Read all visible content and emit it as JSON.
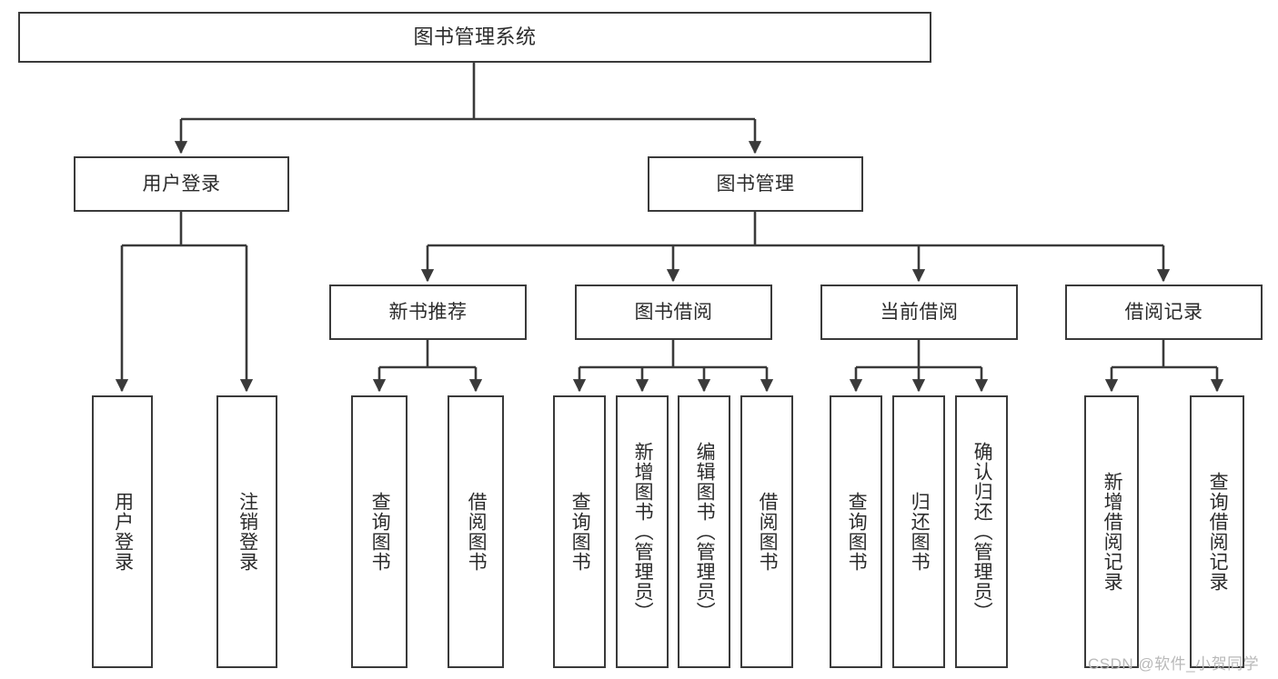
{
  "diagram": {
    "title": "图书管理系统",
    "type": "tree-hierarchy",
    "orientation": "top-down",
    "background_color": "#ffffff",
    "line_color": "#3a3a3a",
    "box_border_color": "#3a3a3a",
    "text_color": "#2b2b2b",
    "watermark": "CSDN @软件_小贺同学",
    "watermark_color": "#b9b9b9"
  },
  "nodes": {
    "root": {
      "label": "图书管理系统",
      "level": 1
    },
    "level2": [
      {
        "id": "user-login",
        "label": "用户登录",
        "level": 2
      },
      {
        "id": "book-manage",
        "label": "图书管理",
        "level": 2
      }
    ],
    "level3": [
      {
        "id": "new-book-recommend",
        "label": "新书推荐",
        "level": 3,
        "parent": "book-manage"
      },
      {
        "id": "book-borrow",
        "label": "图书借阅",
        "level": 3,
        "parent": "book-manage"
      },
      {
        "id": "current-borrow",
        "label": "当前借阅",
        "level": 3,
        "parent": "book-manage"
      },
      {
        "id": "borrow-record",
        "label": "借阅记录",
        "level": 3,
        "parent": "book-manage"
      }
    ],
    "leaves": [
      {
        "id": "leaf-user-login",
        "label": "用户登录",
        "parent": "user-login",
        "level": 3
      },
      {
        "id": "leaf-user-logout",
        "label": "注销登录",
        "parent": "user-login",
        "level": 3
      },
      {
        "id": "leaf-query-book-recommend",
        "label": "查询图书",
        "parent": "new-book-recommend",
        "level": 4
      },
      {
        "id": "leaf-borrow-book-recommend",
        "label": "借阅图书",
        "parent": "new-book-recommend",
        "level": 4
      },
      {
        "id": "leaf-query-book-borrow",
        "label": "查询图书",
        "parent": "book-borrow",
        "level": 4
      },
      {
        "id": "leaf-add-book",
        "label": "新增图书（管理员）",
        "parent": "book-borrow",
        "level": 4
      },
      {
        "id": "leaf-edit-book",
        "label": "编辑图书（管理员）",
        "parent": "book-borrow",
        "level": 4
      },
      {
        "id": "leaf-borrow-book",
        "label": "借阅图书",
        "parent": "book-borrow",
        "level": 4
      },
      {
        "id": "leaf-query-book-current",
        "label": "查询图书",
        "parent": "current-borrow",
        "level": 4
      },
      {
        "id": "leaf-return-book",
        "label": "归还图书",
        "parent": "current-borrow",
        "level": 4
      },
      {
        "id": "leaf-confirm-return",
        "label": "确认归还（管理员）",
        "parent": "current-borrow",
        "level": 4
      },
      {
        "id": "leaf-add-borrow-record",
        "label": "新增借阅记录",
        "parent": "borrow-record",
        "level": 4
      },
      {
        "id": "leaf-query-borrow-record",
        "label": "查询借阅记录",
        "parent": "borrow-record",
        "level": 4
      }
    ]
  }
}
